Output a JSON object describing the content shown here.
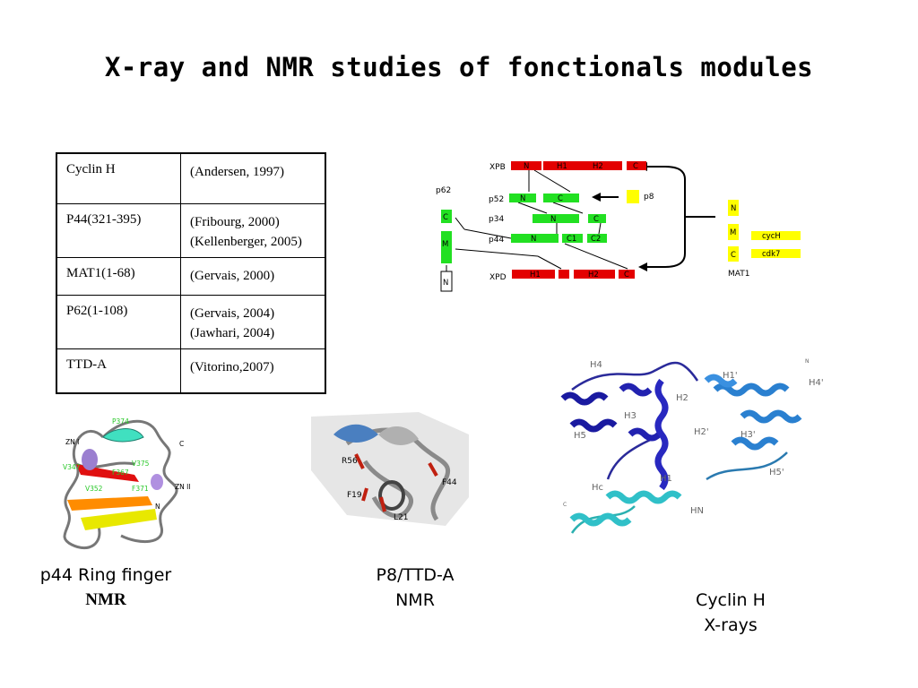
{
  "slide": {
    "title": "X-ray and NMR studies of fonctionals modules"
  },
  "reference_table": {
    "rows": [
      {
        "module": "Cyclin H",
        "refs": [
          "(Andersen, 1997)"
        ]
      },
      {
        "module": "P44(321-395)",
        "refs": [
          "(Fribourg, 2000)",
          "(Kellenberger, 2005)"
        ]
      },
      {
        "module": "MAT1(1-68)",
        "refs": [
          "(Gervais, 2000)"
        ]
      },
      {
        "module": "P62(1-108)",
        "refs": [
          "(Gervais, 2004)",
          "(Jawhari, 2004)"
        ]
      },
      {
        "module": "TTD-A",
        "refs": [
          "(Vitorino,2007)"
        ]
      }
    ]
  },
  "diagram": {
    "proteins": {
      "xpb": "XPB",
      "p62": "p62",
      "p52": "p52",
      "p8": "p8",
      "p34": "p34",
      "p44": "p44",
      "xpd": "XPD",
      "mat1": "MAT1",
      "cych": "cycH",
      "cdk7": "cdk7"
    },
    "domains": {
      "xpb_n": "N",
      "xpb_h1": "H1",
      "xpb_h2": "H2",
      "xpb_c": "C",
      "p52_n": "N",
      "p52_c": "C",
      "p34_n": "N",
      "p34_c": "C",
      "p44_n": "N",
      "p44_c1": "C1",
      "p44_c2": "C2",
      "xpd_h1": "H1",
      "xpd_h2": "H2",
      "xpd_c": "C",
      "p62_c": "C",
      "p62_m": "M",
      "p62_n": "N",
      "mat1_n": "N",
      "mat1_m": "M",
      "mat1_c": "C"
    },
    "colors": {
      "red": "#e30000",
      "green": "#22e022",
      "yellow": "#ffff00"
    }
  },
  "structure_labels": {
    "p44": [
      "ZN I",
      "C",
      "ZN II",
      "N",
      "P374",
      "V347",
      "V375",
      "F367",
      "V352",
      "F371"
    ],
    "p8": [
      "R56",
      "F19",
      "L21",
      "F44"
    ],
    "cyclin": [
      "H4",
      "H3",
      "H5",
      "H2",
      "H1",
      "Hc",
      "HN",
      "H1'",
      "H2'",
      "H3'",
      "H4'",
      "H5'",
      "C",
      "N"
    ]
  },
  "captions": {
    "p44_line1": "p44 Ring finger",
    "p44_line2": "NMR",
    "p8_line1": "P8/TTD-A",
    "p8_line2": "NMR",
    "cyclin_line1": "Cyclin H",
    "cyclin_line2": "X-rays"
  }
}
